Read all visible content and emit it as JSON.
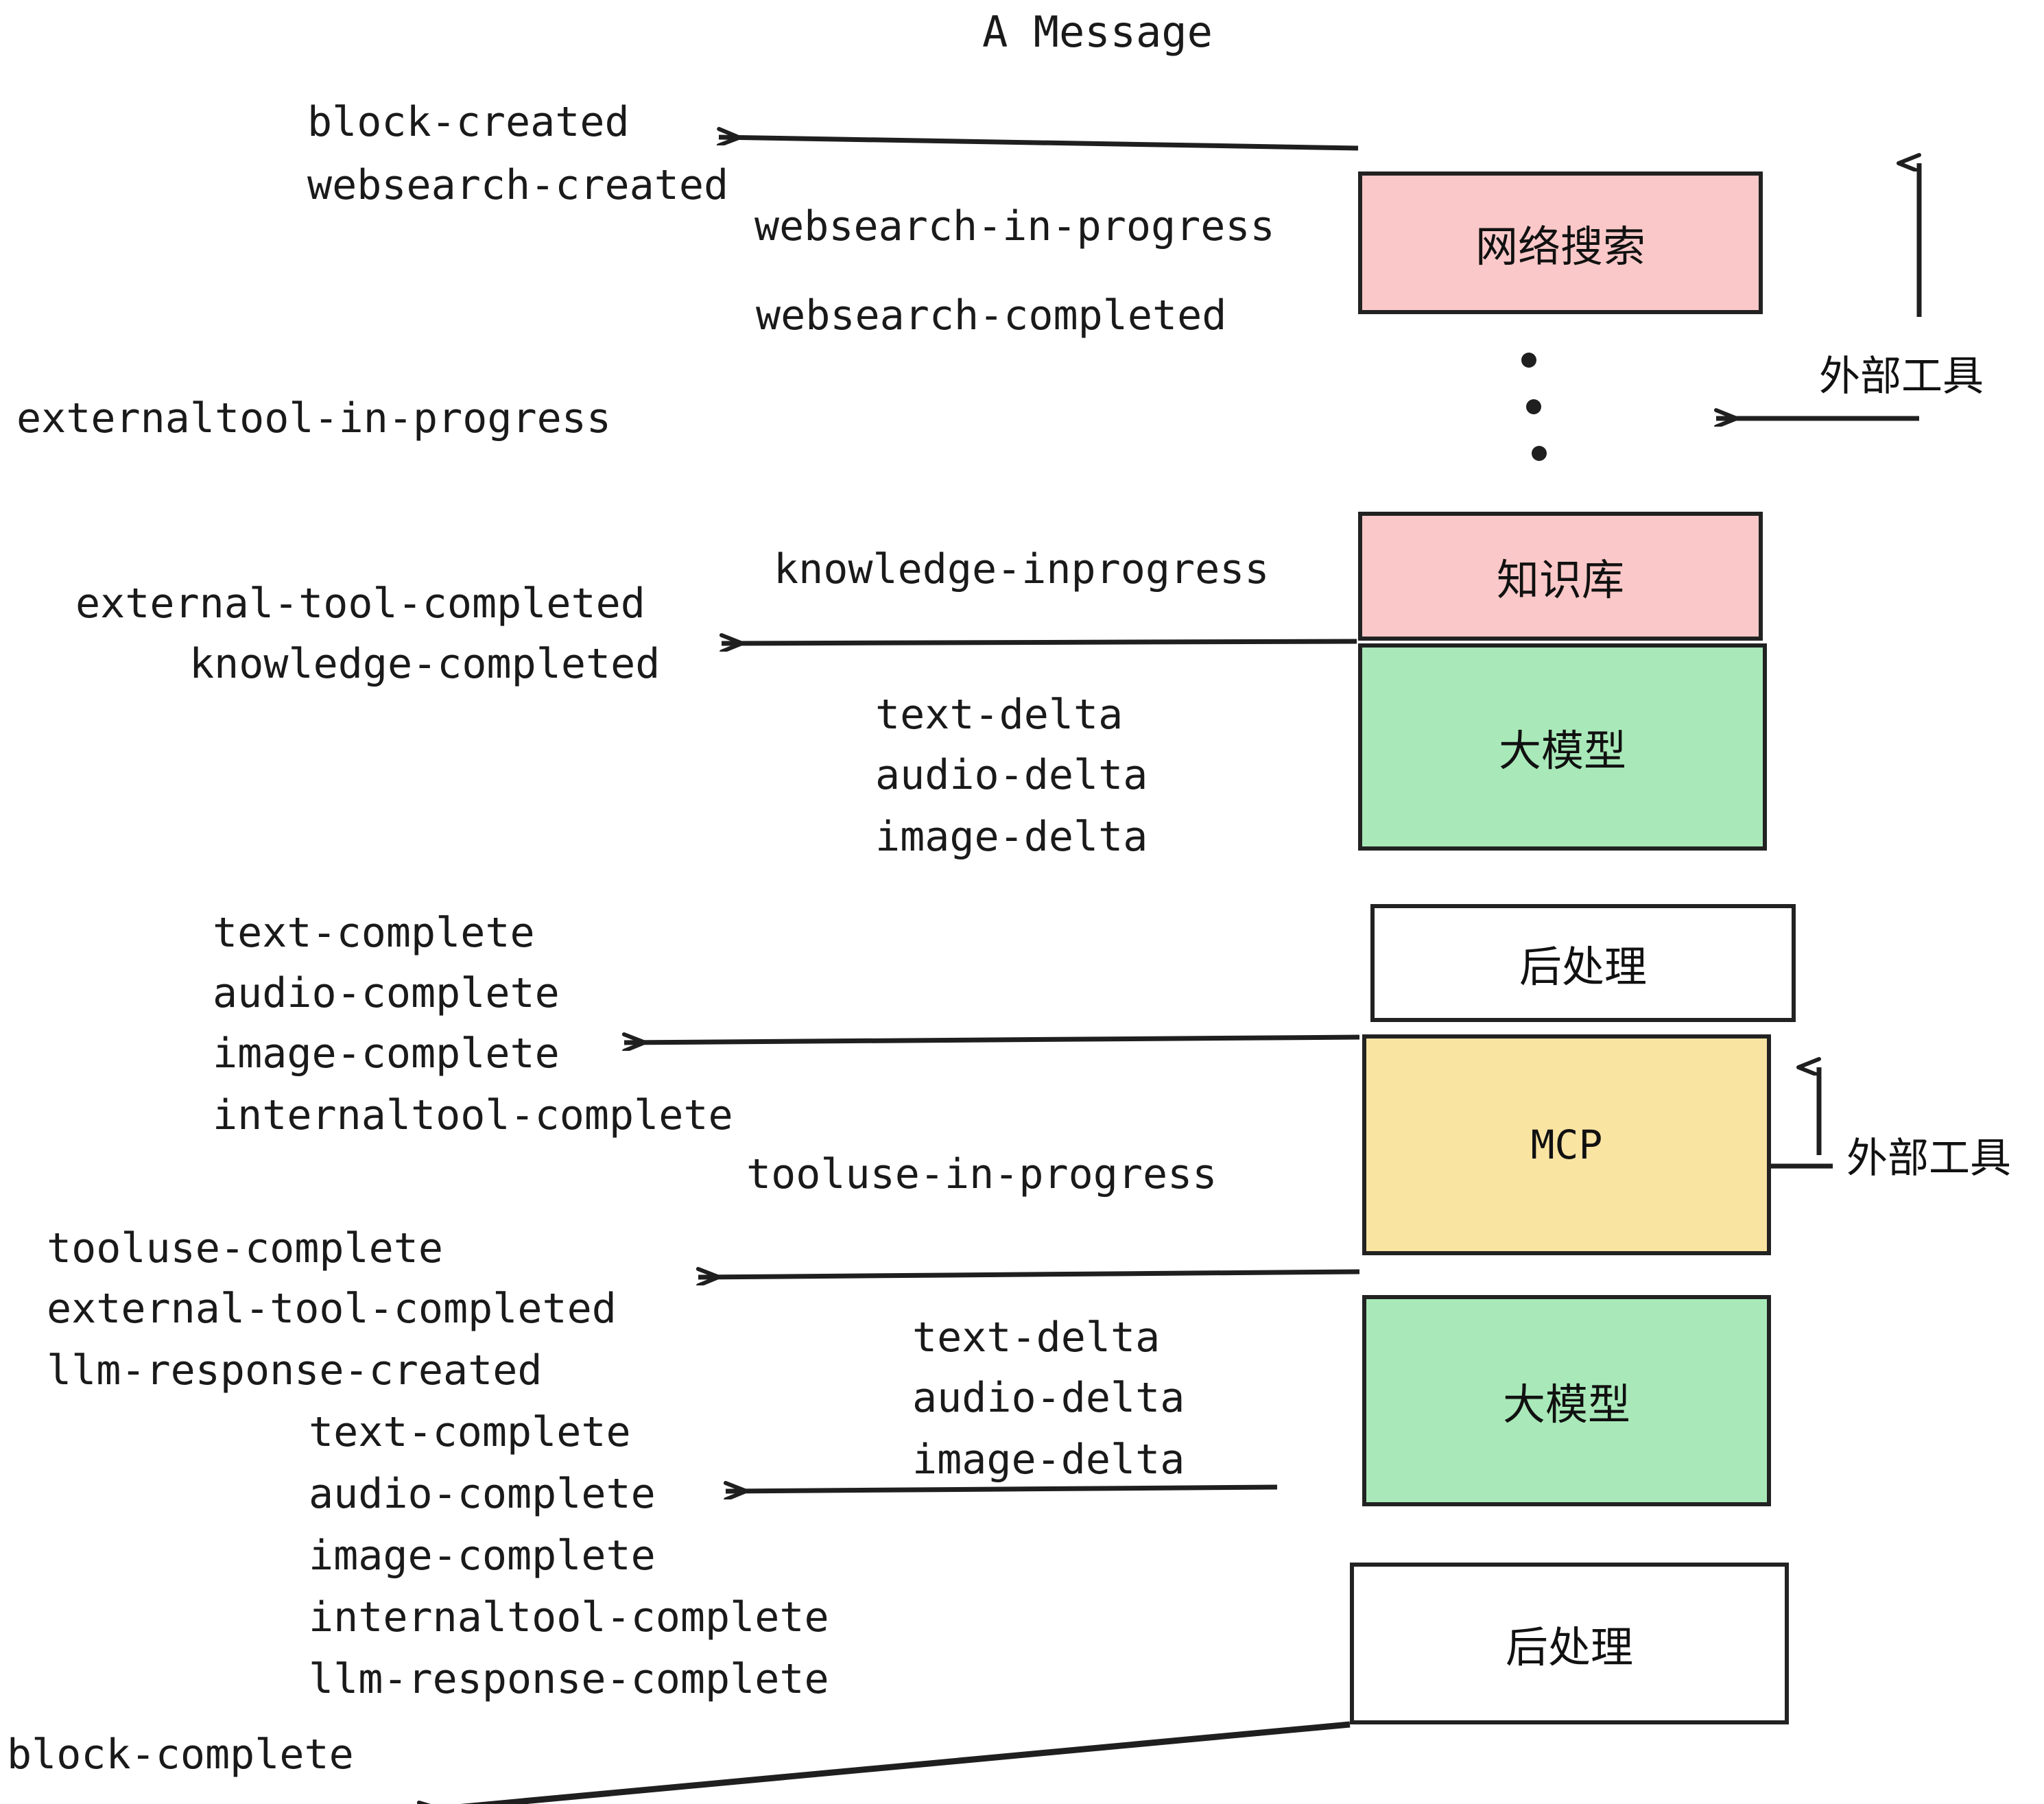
{
  "title": "A Message",
  "colors": {
    "pink": "#fac8c8",
    "green": "#a9e9b9",
    "yellow": "#fae4a2",
    "white": "#ffffff",
    "stroke": "#222222",
    "text": "#1a1a1a"
  },
  "nodes": [
    {
      "id": "websearch",
      "label": "网络搜索",
      "fill": "pink"
    },
    {
      "id": "knowledge",
      "label": "知识库",
      "fill": "pink"
    },
    {
      "id": "llm1",
      "label": "大模型",
      "fill": "green"
    },
    {
      "id": "post1",
      "label": "后处理",
      "fill": "white"
    },
    {
      "id": "mcp",
      "label": "MCP",
      "fill": "yellow"
    },
    {
      "id": "llm2",
      "label": "大模型",
      "fill": "green"
    },
    {
      "id": "post2",
      "label": "后处理",
      "fill": "white"
    }
  ],
  "side_labels": [
    {
      "id": "external-tools-top",
      "label": "外部工具"
    },
    {
      "id": "external-tools-bottom",
      "label": "外部工具"
    }
  ],
  "events": [
    {
      "id": "block-created",
      "text": "block-created"
    },
    {
      "id": "websearch-created",
      "text": "websearch-created"
    },
    {
      "id": "websearch-in-progress",
      "text": "websearch-in-progress"
    },
    {
      "id": "websearch-completed",
      "text": "websearch-completed"
    },
    {
      "id": "externaltool-in-progress",
      "text": "externaltool-in-progress"
    },
    {
      "id": "knowledge-inprogress",
      "text": "knowledge-inprogress"
    },
    {
      "id": "external-tool-completed-1",
      "text": "external-tool-completed"
    },
    {
      "id": "knowledge-completed",
      "text": "knowledge-completed"
    },
    {
      "id": "text-delta-1",
      "text": "text-delta"
    },
    {
      "id": "audio-delta-1",
      "text": "audio-delta"
    },
    {
      "id": "image-delta-1",
      "text": "image-delta"
    },
    {
      "id": "text-complete-1",
      "text": "text-complete"
    },
    {
      "id": "audio-complete-1",
      "text": "audio-complete"
    },
    {
      "id": "image-complete-1",
      "text": "image-complete"
    },
    {
      "id": "internaltool-complete-1",
      "text": "internaltool-complete"
    },
    {
      "id": "tooluse-in-progress",
      "text": "tooluse-in-progress"
    },
    {
      "id": "tooluse-complete",
      "text": "tooluse-complete"
    },
    {
      "id": "external-tool-completed-2",
      "text": "external-tool-completed"
    },
    {
      "id": "llm-response-created",
      "text": "llm-response-created"
    },
    {
      "id": "text-delta-2",
      "text": "text-delta"
    },
    {
      "id": "audio-delta-2",
      "text": "audio-delta"
    },
    {
      "id": "image-delta-2",
      "text": "image-delta"
    },
    {
      "id": "text-complete-2",
      "text": "text-complete"
    },
    {
      "id": "audio-complete-2",
      "text": "audio-complete"
    },
    {
      "id": "image-complete-2",
      "text": "image-complete"
    },
    {
      "id": "internaltool-complete-2",
      "text": "internaltool-complete"
    },
    {
      "id": "llm-response-complete",
      "text": "llm-response-complete"
    },
    {
      "id": "block-complete",
      "text": "block-complete"
    }
  ]
}
